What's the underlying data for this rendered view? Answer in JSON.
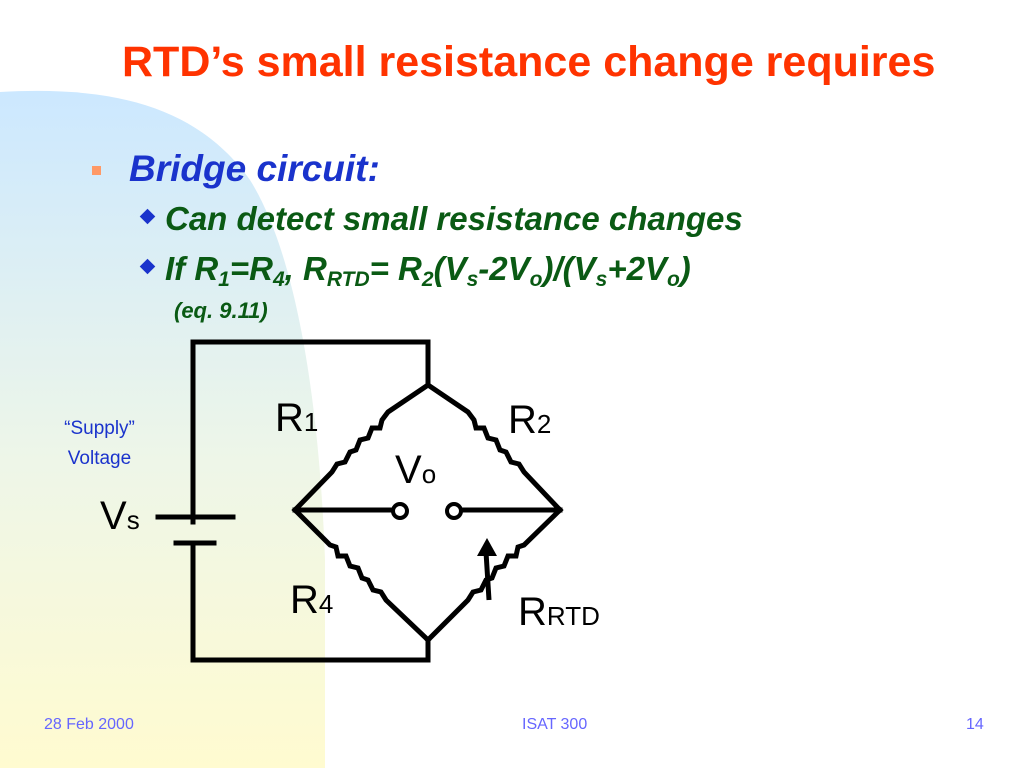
{
  "slide": {
    "title": "RTD’s small resistance change requires",
    "bullet_main": "Bridge circuit:",
    "sub_bullet_1": "Can detect small resistance changes",
    "sub_bullet_2": {
      "t1": "If R",
      "s1": "1",
      "t2": "=R",
      "s2": "4",
      "t3": ", R",
      "s3": "RTD",
      "t4": "= R",
      "s4": "2",
      "t5": "(V",
      "s5": "s",
      "t6": "-2V",
      "s6": "o",
      "t7": ")/(V",
      "s7": "s",
      "t8": "+2V",
      "s8": "o",
      "t9": ")"
    },
    "eq_note": "(eq. 9.11)"
  },
  "circuit": {
    "supply_line1": "“Supply”",
    "supply_line2": "Voltage",
    "vs": {
      "main": "V",
      "sub": "s"
    },
    "vo": {
      "main": "V",
      "sub": "o"
    },
    "r1": {
      "main": "R",
      "sub": "1"
    },
    "r2": {
      "main": "R",
      "sub": "2"
    },
    "r4": {
      "main": "R",
      "sub": "4"
    },
    "rrtd": {
      "main": "R",
      "sub": "RTD"
    }
  },
  "footer": {
    "date": "28 Feb 2000",
    "course": "ISAT 300",
    "page": "14"
  },
  "colors": {
    "title": "#ff3300",
    "bullet_main": "#1a33cc",
    "sub_bullets": "#0a5a14",
    "footer": "#6666ff"
  }
}
